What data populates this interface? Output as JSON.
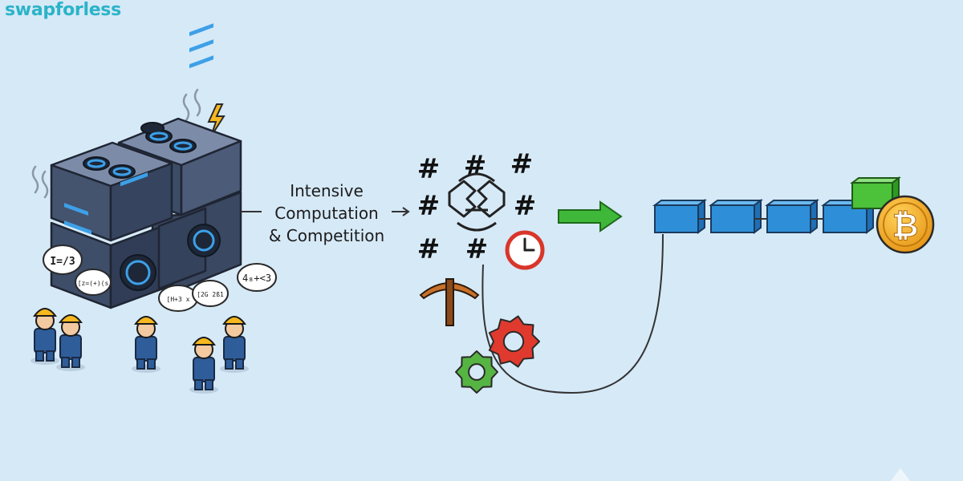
{
  "brand": {
    "name": "swapforless"
  },
  "process": {
    "caption_line1": "Intensive",
    "caption_line2": "Computation",
    "caption_line3": "& Competition",
    "hash_symbol": "#"
  },
  "miner_thoughts": [
    "I=/3",
    "[z=(+)(s",
    "[H+3 x",
    "[2G 2ß1",
    "4₈+<3"
  ],
  "blockchain": {
    "block_count": 4,
    "new_block_color": "#4cc13a",
    "block_color": "#2e8fd8",
    "coin_symbol": "₿",
    "coin_color": "#f3a51c"
  },
  "colors": {
    "background": "#d6e9f7",
    "arrow": "#3fb83a",
    "gear_red": "#e03a2e",
    "gear_green": "#56b443"
  }
}
